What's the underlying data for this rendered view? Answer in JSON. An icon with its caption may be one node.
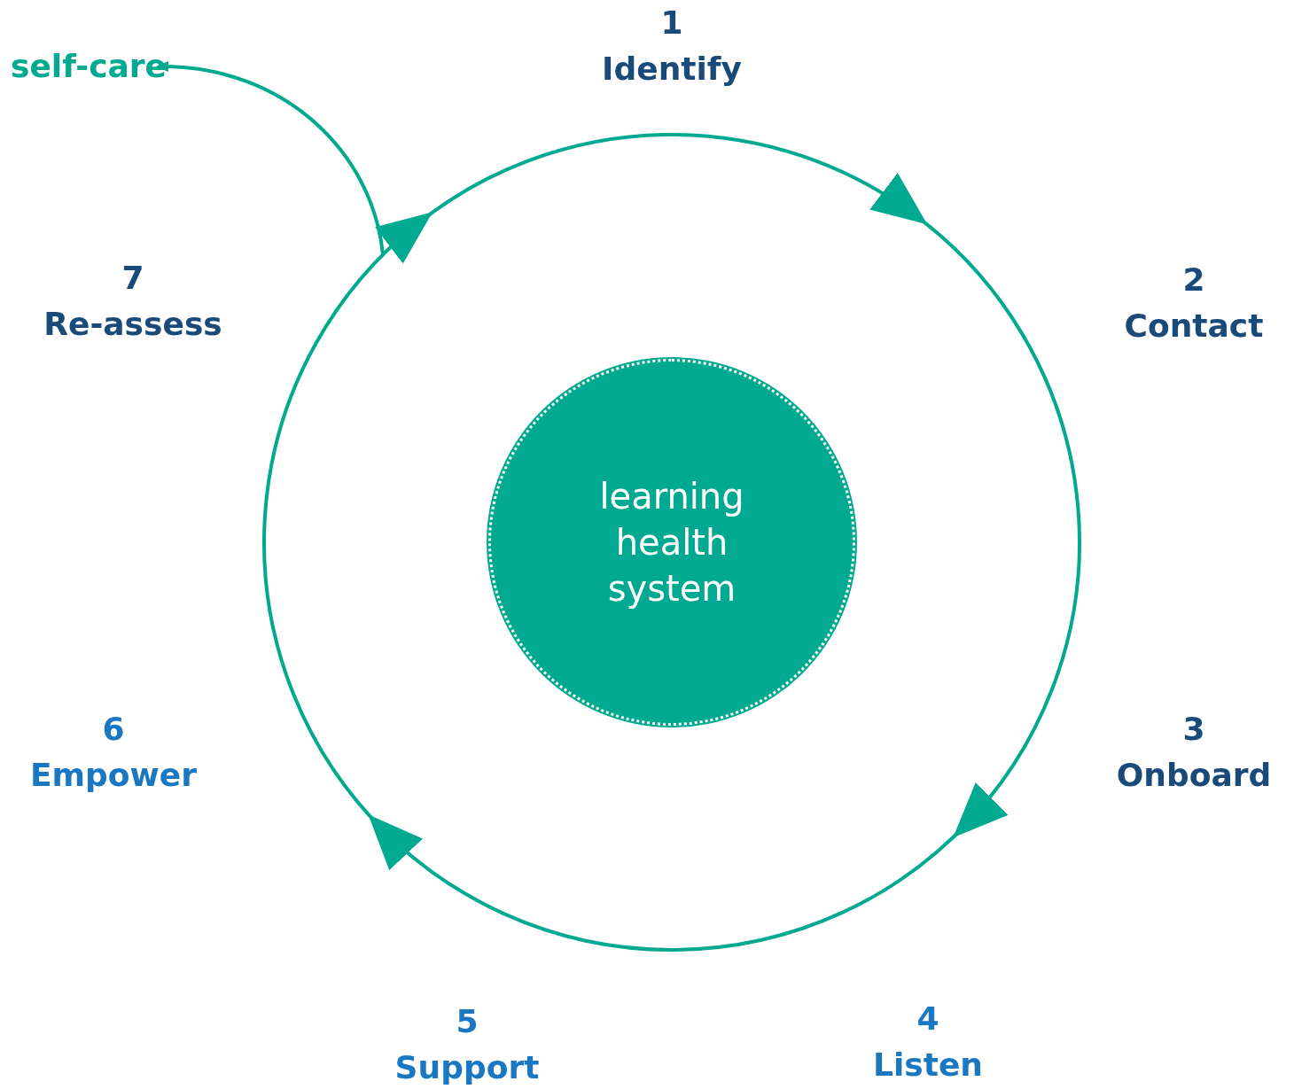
{
  "diagram": {
    "nodes": [
      {
        "text": [
          "learning health system"
        ]
      },
      {
        "text": [
          "self-care"
        ]
      }
    ],
    "edges": [
      {
        "from": null,
        "to": 1,
        "arrow": "to"
      }
    ],
    "labels": [
      "1",
      "Identify",
      "2",
      "Contact",
      "3",
      "Onboard",
      "4",
      "Listen",
      "5",
      "Support",
      "6",
      "Empower",
      "7",
      "Re-assess"
    ]
  }
}
